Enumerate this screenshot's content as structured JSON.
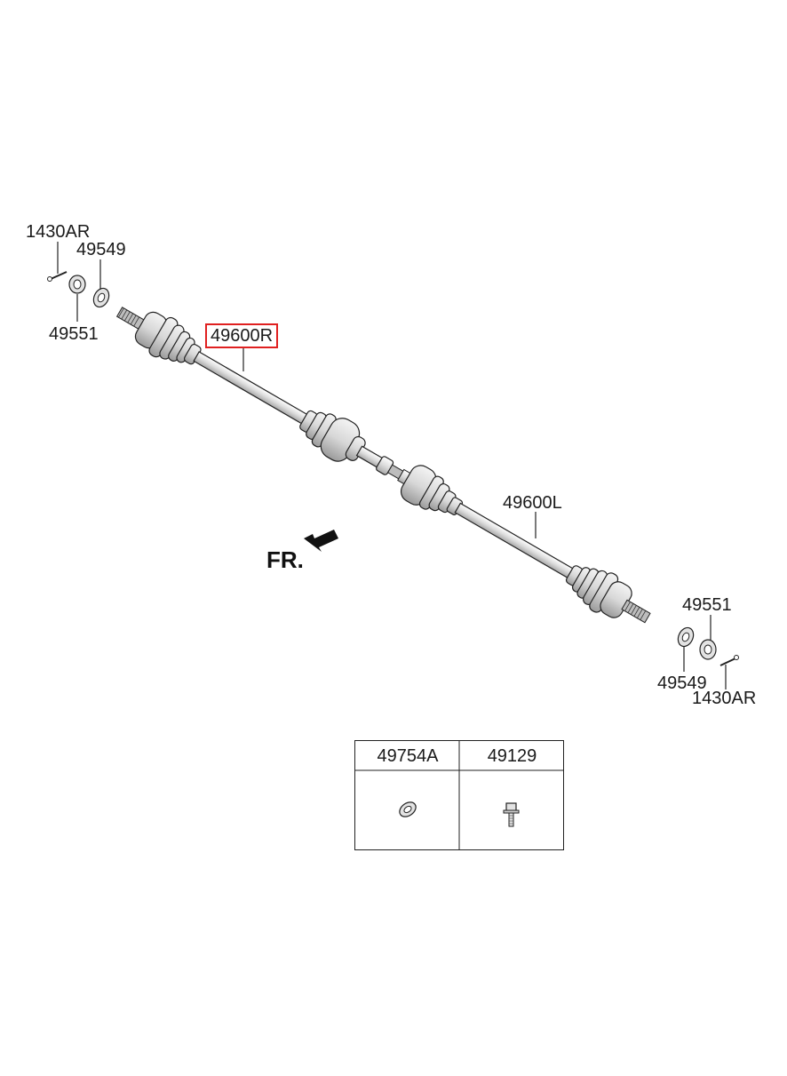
{
  "callouts": {
    "pin_left": "1430AR",
    "washer_left": "49549",
    "nut_left": "49551",
    "shaft_right": "49600R",
    "shaft_left": "49600L",
    "nut_right": "49551",
    "washer_right": "49549",
    "pin_right": "1430AR"
  },
  "direction_label": "FR.",
  "table": {
    "headers": [
      "49754A",
      "49129"
    ],
    "icons": [
      "washer-icon",
      "bolt-icon"
    ]
  },
  "colors": {
    "highlight": "#e02020",
    "line": "#222222"
  }
}
